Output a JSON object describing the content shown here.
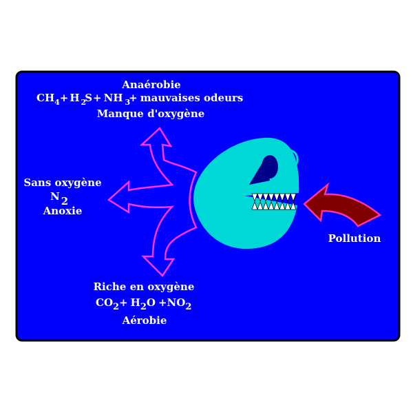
{
  "colors": {
    "panel": "#0000ff",
    "panel_border": "#000000",
    "arrow_stroke": "#ff33ff",
    "creature_body": "#00d8d8",
    "creature_eye": "#00008b",
    "pollution_arrow_fill": "#800000",
    "pollution_arrow_stroke": "#ff3399",
    "text": "#ffffff"
  },
  "top_group": {
    "line1": "Anaérobie",
    "formula": {
      "ch": "CH",
      "ch_sub": "4",
      "plus1": "+",
      "h": "H",
      "h_sub": "2",
      "s": "S",
      "plus2": "+",
      "nh": "NH",
      "nh_sub": "3",
      "plus3": "+",
      "rest": "mauvaises odeurs"
    },
    "line3": "Manque d'oxygène"
  },
  "left_group": {
    "line1": "Sans oxygène",
    "n": "N",
    "n_sub": "2",
    "line3": "Anoxie"
  },
  "bottom_group": {
    "line1": "Riche en oxygène",
    "formula": {
      "co": "CO",
      "co_sub": "2",
      "plus1": "+",
      "h": "H",
      "h_sub": "2",
      "o": "O",
      "plus2": "+",
      "no": "NO",
      "no_sub": "2"
    },
    "line3": "Aérobie"
  },
  "pollution_label": "Pollution",
  "icons": {
    "creature": "pacman-monster-icon",
    "pollution_arrow": "curved-arrow-left-icon",
    "branch_arrows": "three-way-branch-arrow-icon"
  }
}
